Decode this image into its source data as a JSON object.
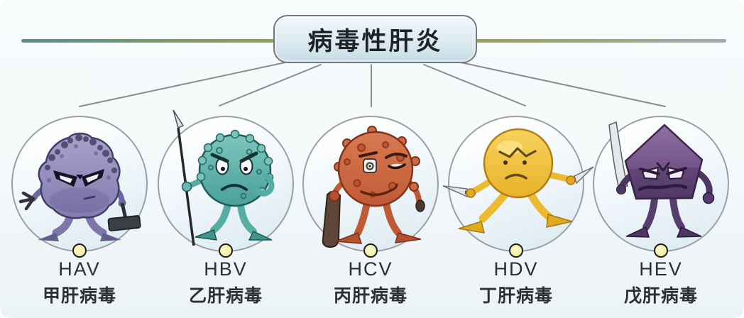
{
  "diagram": {
    "title": "病毒性肝炎",
    "nodes": [
      {
        "code": "HAV",
        "name": "甲肝病毒",
        "icon": "purple-lumpy-virus-with-hammer-icon",
        "body_color": "#968fc0"
      },
      {
        "code": "HBV",
        "name": "乙肝病毒",
        "icon": "teal-bumpy-virus-with-spear-icon",
        "body_color": "#5fb3ac"
      },
      {
        "code": "HCV",
        "name": "丙肝病毒",
        "icon": "orange-bumpy-virus-with-club-icon",
        "body_color": "#cf6a45"
      },
      {
        "code": "HDV",
        "name": "丁肝病毒",
        "icon": "yellow-round-virus-with-knives-icon",
        "body_color": "#f0c443"
      },
      {
        "code": "HEV",
        "name": "戊肝病毒",
        "icon": "violet-hexagon-virus-with-sword-icon",
        "body_color": "#7d5c92"
      }
    ],
    "colors": {
      "background": "#f8fbfc",
      "title_border": "#717a7f",
      "title_fill_top": "#f3f8fa",
      "title_fill_bottom": "#c6dde7",
      "rule_left_start": "#578e8e",
      "rule_left_end": "#93a24e",
      "rule_right_start": "#9aa24b",
      "rule_right_end": "#a0abae",
      "connector": "#878d90",
      "circle_border": "#9aa1a5",
      "marker_fill": "#f0ea9c",
      "marker_border": "#1c1c1c",
      "label_color": "#2c3033"
    }
  }
}
